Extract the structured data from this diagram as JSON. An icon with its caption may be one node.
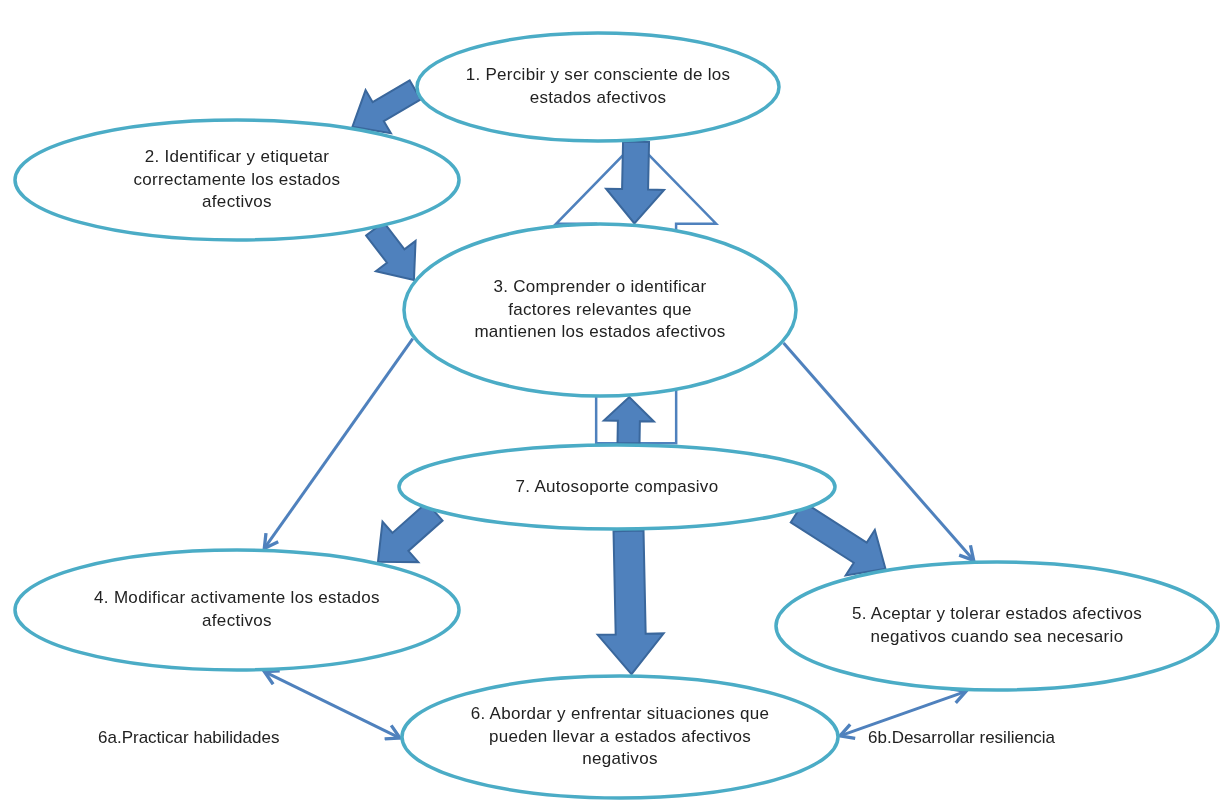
{
  "diagram": {
    "nodes": [
      {
        "text": [
          "1. Percibir y ser consciente de los estados afectivos"
        ]
      },
      {
        "text": [
          "2. Identificar y etiquetar correctamente los estados afectivos"
        ]
      },
      {
        "text": [
          "3. Comprender o identificar factores relevantes que mantienen los estados afectivos"
        ]
      },
      {
        "text": [
          "7. Autosoporte compasivo"
        ]
      },
      {
        "text": [
          "4. Modificar activamente los estados afectivos"
        ]
      },
      {
        "text": [
          "5. Aceptar y tolerar estados afectivos negativos cuando sea necesario"
        ]
      },
      {
        "text": [
          "6. Abordar y enfrentar situaciones que pueden llevar a estados afectivos negativos"
        ]
      }
    ],
    "edges": [
      {
        "from": 0,
        "to": 1,
        "arrow": "to",
        "style": "thick"
      },
      {
        "from": 1,
        "to": 2,
        "arrow": "to",
        "style": "thick"
      },
      {
        "from": 0,
        "to": 2,
        "arrow": "to",
        "style": "thick"
      },
      {
        "from": 3,
        "to": 0,
        "arrow": "to",
        "style": "thick",
        "color": "#ffffff"
      },
      {
        "from": 3,
        "to": 2,
        "arrow": "to",
        "style": "thick"
      },
      {
        "from": 2,
        "to": 4,
        "arrow": "to"
      },
      {
        "from": 2,
        "to": 5,
        "arrow": "to"
      },
      {
        "from": 3,
        "to": 4,
        "arrow": "to",
        "style": "thick"
      },
      {
        "from": 3,
        "to": 6,
        "arrow": "to",
        "style": "thick"
      },
      {
        "from": 3,
        "to": 5,
        "arrow": "to",
        "style": "thick"
      },
      {
        "from": 4,
        "to": 6,
        "arrow": "both",
        "label": "6a.Practicar habilidades"
      },
      {
        "from": 6,
        "to": 5,
        "arrow": "both",
        "label": "6b.Desarrollar resiliencia"
      }
    ]
  }
}
